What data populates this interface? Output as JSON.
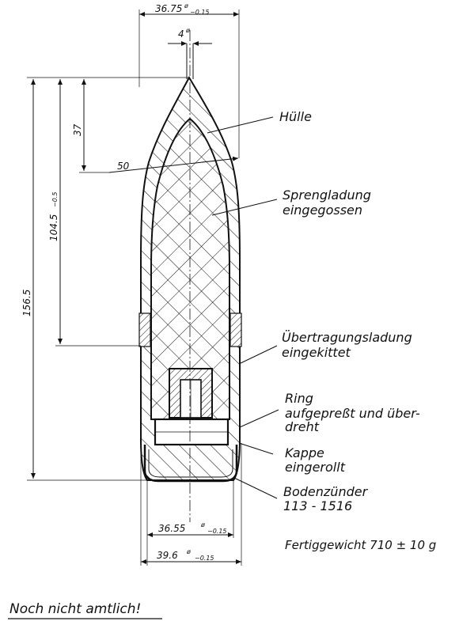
{
  "dimensions": {
    "top_diameter_value": "36.75",
    "top_diameter_mark": "ø",
    "top_diameter_tol": "−0.15",
    "fuze_hole_value": "4",
    "fuze_hole_mark": "ø",
    "tip_to_radius": "37",
    "ogive_radius": "50",
    "body_length_value": "104.5",
    "body_length_tol": "−0.5",
    "total_length": "156.5",
    "base_diameter_value": "36.55",
    "base_diameter_mark": "ø",
    "base_diameter_tol": "−0.15",
    "band_diameter_value": "39.6",
    "band_diameter_mark": "ø",
    "band_diameter_tol": "−0.15"
  },
  "labels": {
    "huelle": "Hülle",
    "sprengladung_1": "Sprengladung",
    "sprengladung_2": "eingegossen",
    "uebertragung_1": "Übertragungsladung",
    "uebertragung_2": "eingekittet",
    "ring_1": "Ring",
    "ring_2": "aufgepreßt und über-",
    "ring_3": "dreht",
    "kappe_1": "Kappe",
    "kappe_2": "eingerollt",
    "bodenzuender_1": "Bodenzünder",
    "bodenzuender_2": "113 - 1516"
  },
  "weight": "Fertiggewicht 710 ± 10 g",
  "note": "Noch nicht amtlich!"
}
